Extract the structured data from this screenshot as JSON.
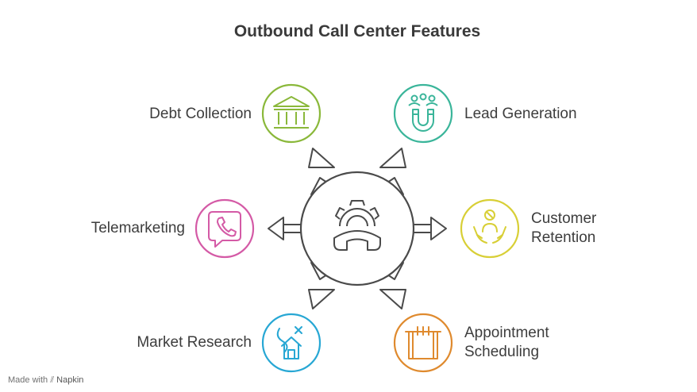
{
  "title": "Outbound Call Center Features",
  "features": [
    {
      "label": "Debt Collection",
      "icon": "bank-icon",
      "color": "#8ab83a"
    },
    {
      "label": "Lead Generation",
      "icon": "magnet-people-icon",
      "color": "#3ab59a"
    },
    {
      "label": "Telemarketing",
      "icon": "phone-chat-icon",
      "color": "#d45aa6"
    },
    {
      "label_lines": [
        "Customer",
        "Retention"
      ],
      "icon": "hands-person-icon",
      "color": "#d8cf36"
    },
    {
      "label": "Market Research",
      "icon": "house-map-icon",
      "color": "#27a7d4"
    },
    {
      "label_lines": [
        "Appointment",
        "Scheduling"
      ],
      "icon": "calendar-icon",
      "color": "#df8a2e"
    }
  ],
  "center": {
    "icon": "gear-phone-icon"
  },
  "branding": {
    "made_with": "Made with",
    "name": "Napkin"
  }
}
